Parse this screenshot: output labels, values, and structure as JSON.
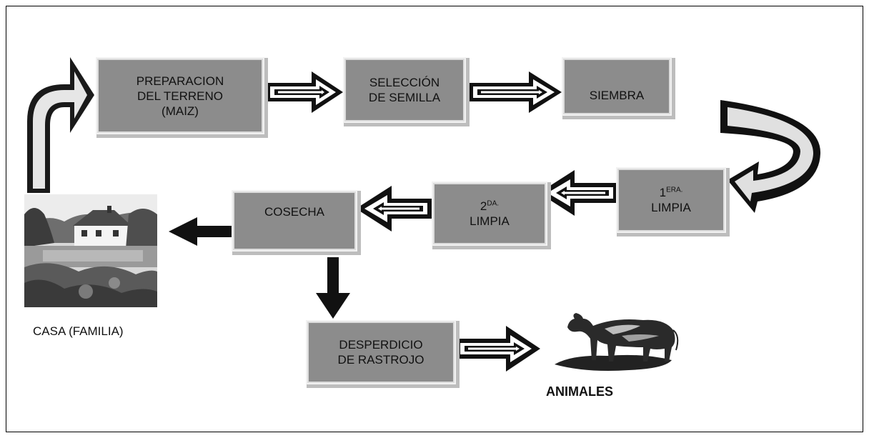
{
  "nodes": {
    "preparacion": "PREPARACION\nDEL TERRENO\n(MAIZ)",
    "seleccion": "SELECCIÓN\nDE SEMILLA",
    "siembra": "SIEMBRA",
    "primera_limpia": {
      "num": "1",
      "sup": "ERA.",
      "word": "LIMPIA"
    },
    "segunda_limpia": {
      "num": "2",
      "sup": "DA.",
      "word": "LIMPIA"
    },
    "cosecha": "COSECHA",
    "desperdicio": "DESPERDICIO\nDE  RASTROJO"
  },
  "labels": {
    "casa": "CASA (FAMILIA)",
    "animales": "ANIMALES"
  },
  "colors": {
    "box_fill": "#8c8c8c",
    "arrow_dark": "#111111",
    "arrow_light": "#e6e6e6"
  },
  "icons": {
    "house": "house-landscape-icon",
    "animal": "cow-icon"
  }
}
